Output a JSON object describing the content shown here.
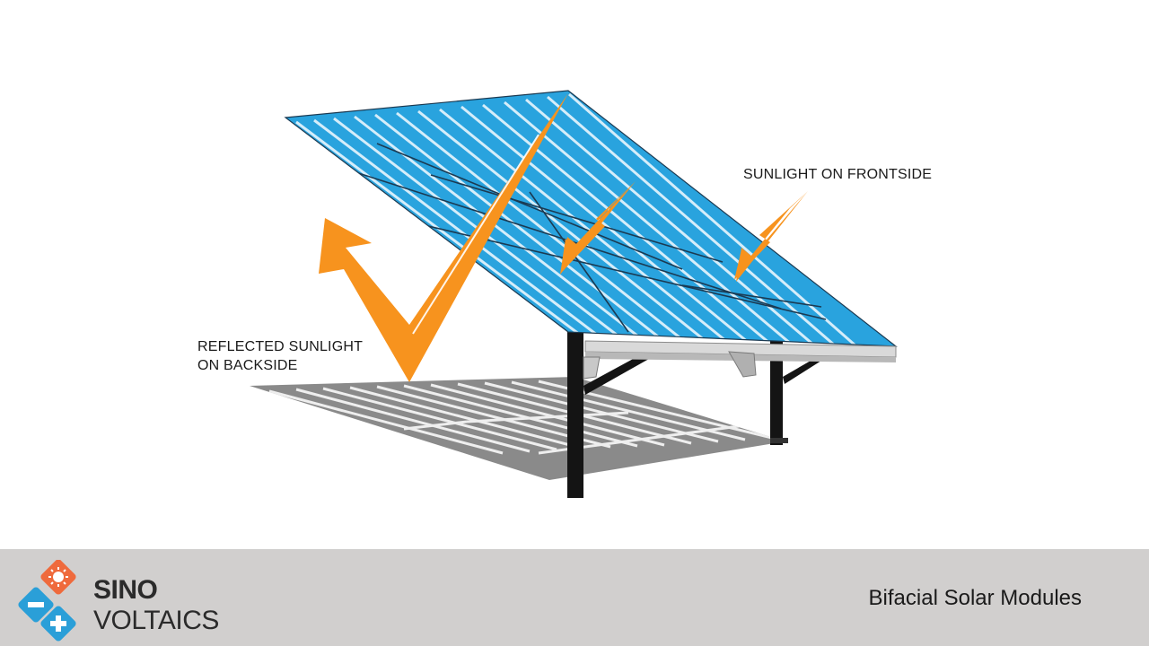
{
  "labels": {
    "frontside": "SUNLIGHT ON FRONTSIDE",
    "backside_line1": "REFLECTED SUNLIGHT",
    "backside_line2": "ON BACKSIDE"
  },
  "footer": {
    "title": "Bifacial Solar Modules",
    "logo": {
      "line1": "SINO",
      "line2": "VOLTAICS"
    }
  },
  "colors": {
    "panel_blue": "#29a3de",
    "arrow_orange": "#f7931e",
    "shadow_gray": "#8a8a8a",
    "post_black": "#141414",
    "footer_bg": "#d1cfce",
    "logo_orange": "#ef6a3c",
    "logo_blue": "#2a9fd8"
  },
  "icons": {
    "logo_sun": "sun-icon",
    "logo_minus": "minus-icon",
    "logo_plus": "plus-icon"
  }
}
